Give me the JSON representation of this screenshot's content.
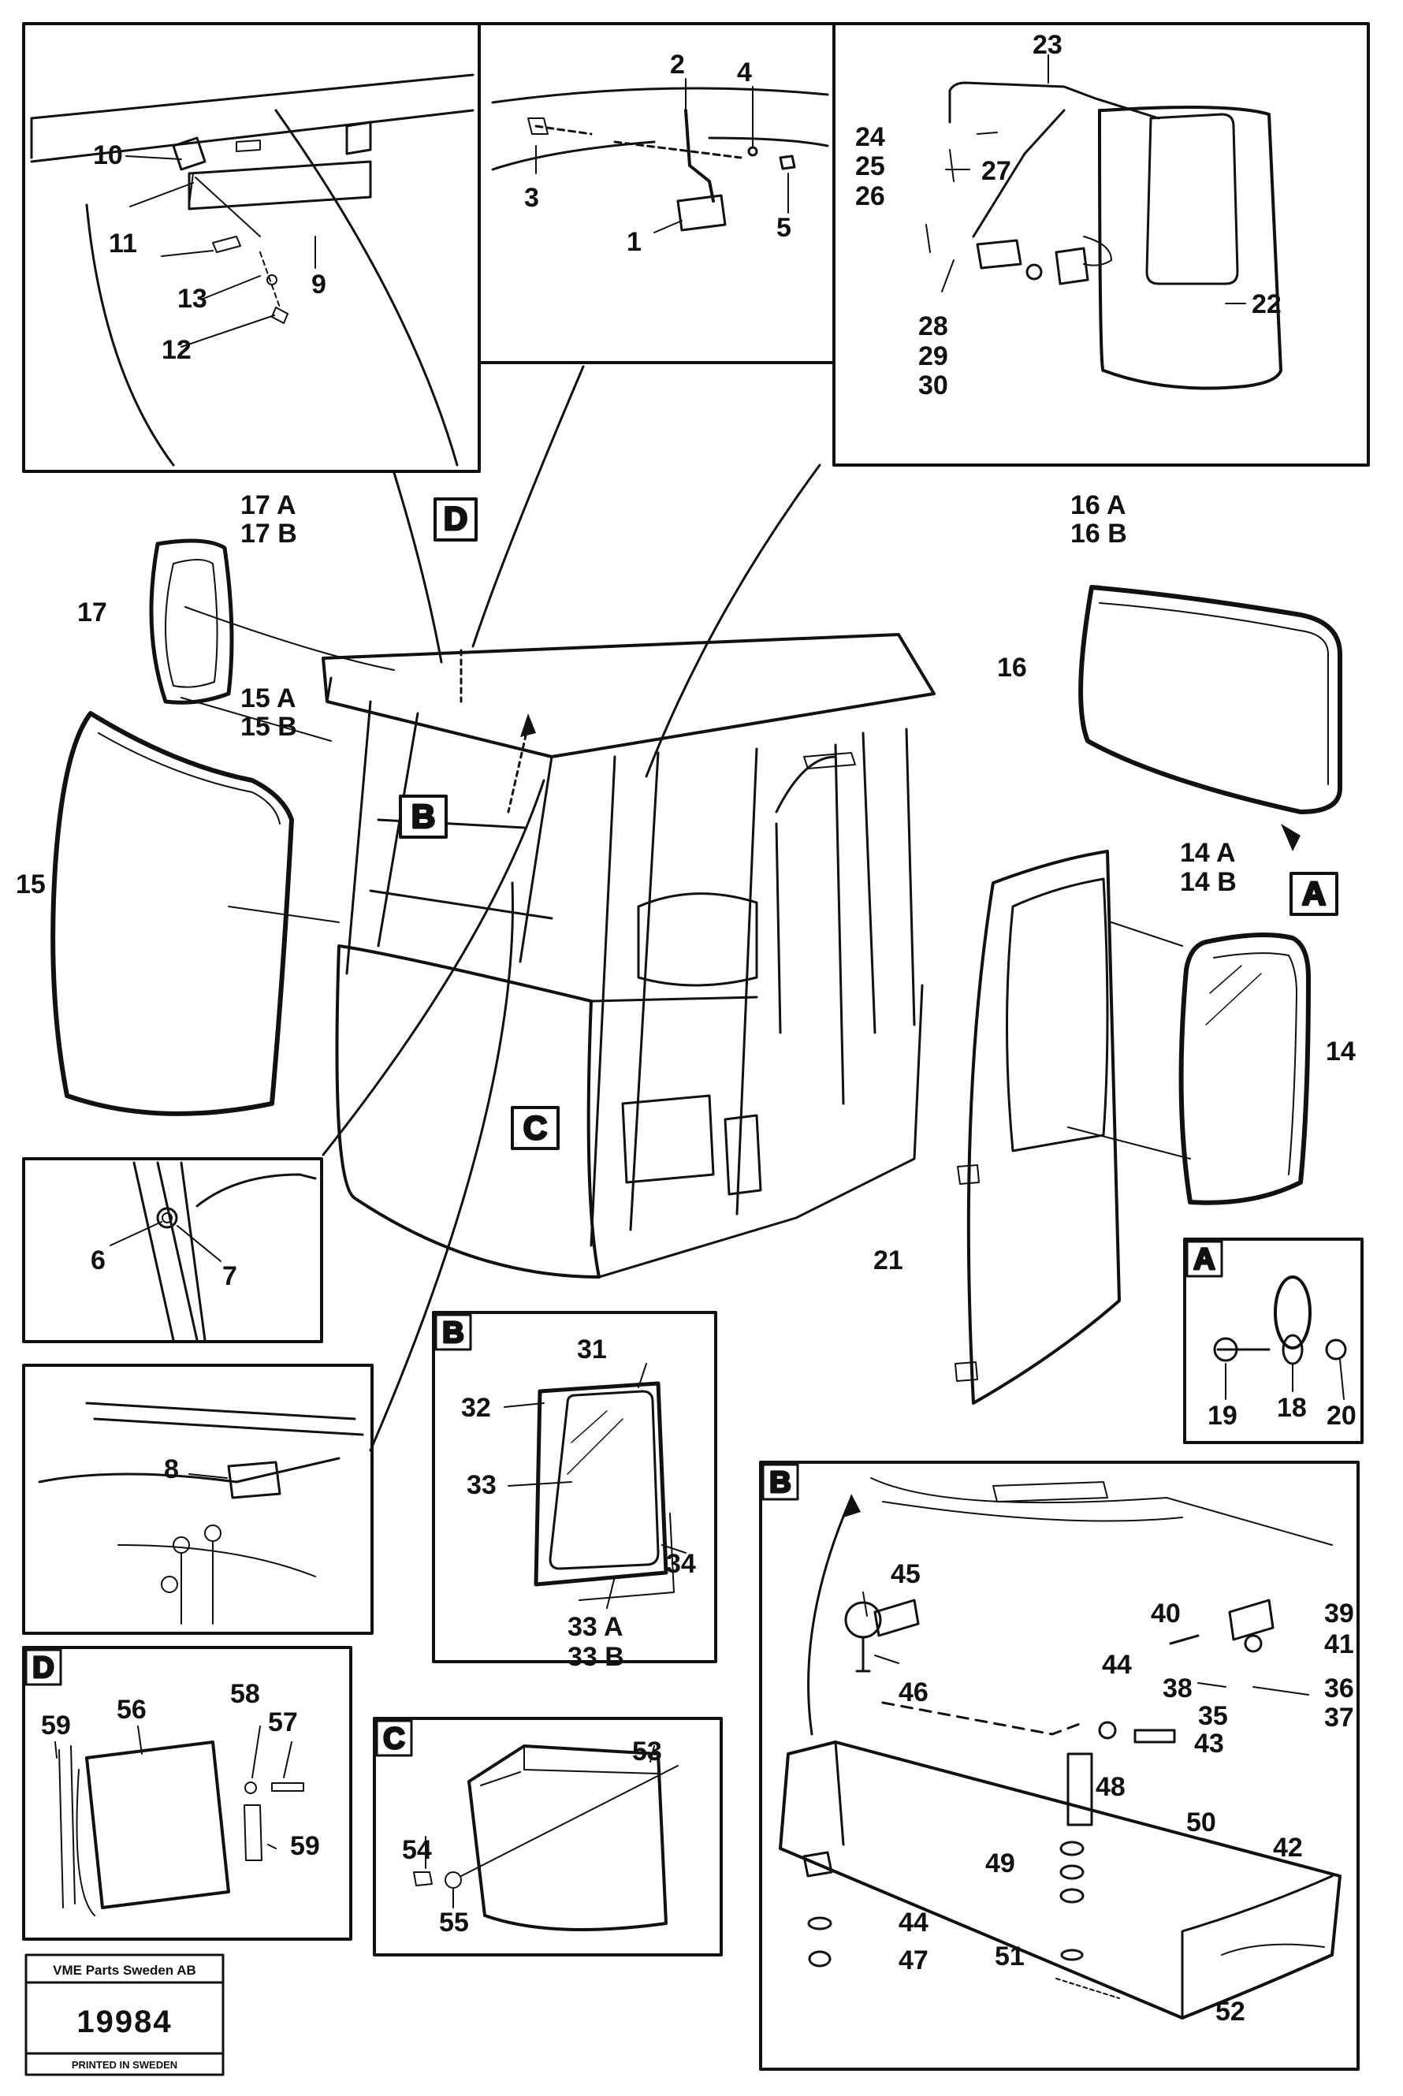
{
  "title_block": {
    "company": "VME Parts Sweden AB",
    "drawing_number": "19984",
    "printed": "PRINTED IN SWEDEN"
  },
  "detail_tags": {
    "D_main": "D",
    "B_main": "B",
    "C_main": "C",
    "A_main": "A",
    "A_panel": "A",
    "B_panel_window": "B",
    "B_panel_box": "B",
    "C_panel": "C",
    "D_panel": "D"
  },
  "callouts": {
    "p1": "1",
    "p2": "2",
    "p3": "3",
    "p4": "4",
    "p5": "5",
    "p6": "6",
    "p7": "7",
    "p8": "8",
    "p9": "9",
    "p10": "10",
    "p11": "11",
    "p12": "12",
    "p13": "13",
    "p14": "14",
    "p14a": "14 A",
    "p14b": "14 B",
    "p15": "15",
    "p15a": "15 A",
    "p15b": "15 B",
    "p16": "16",
    "p16a": "16 A",
    "p16b": "16 B",
    "p17": "17",
    "p17a": "17 A",
    "p17b": "17 B",
    "p18": "18",
    "p19": "19",
    "p20": "20",
    "p21": "21",
    "p22": "22",
    "p23": "23",
    "p24": "24",
    "p25": "25",
    "p26": "26",
    "p27": "27",
    "p28": "28",
    "p29": "29",
    "p30": "30",
    "p31": "31",
    "p32": "32",
    "p33": "33",
    "p33a": "33 A",
    "p33b": "33 B",
    "p34": "34",
    "p35": "35",
    "p36": "36",
    "p37": "37",
    "p38": "38",
    "p39": "39",
    "p40": "40",
    "p41": "41",
    "p42": "42",
    "p43": "43",
    "p44a": "44",
    "p44b": "44",
    "p45": "45",
    "p46": "46",
    "p47": "47",
    "p48": "48",
    "p49": "49",
    "p50": "50",
    "p51": "51",
    "p52": "52",
    "p53": "53",
    "p54": "54",
    "p55": "55",
    "p56": "56",
    "p57": "57",
    "p58": "58",
    "p59a": "59",
    "p59b": "59"
  }
}
